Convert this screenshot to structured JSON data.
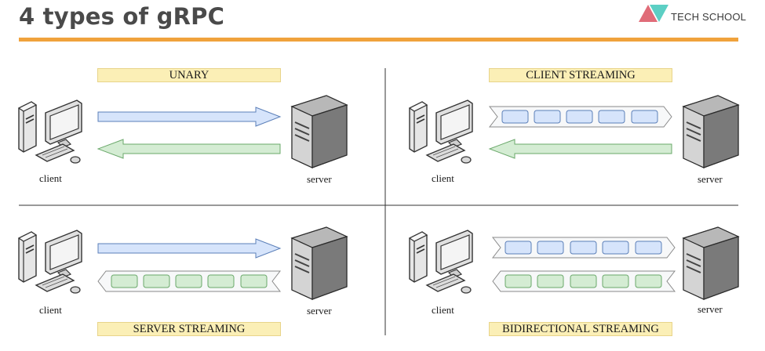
{
  "header": {
    "title": "4 types of gRPC",
    "logo_text": "TECH SCHOOL"
  },
  "quadrants": {
    "unary": {
      "label": "UNARY",
      "client": "client",
      "server": "server"
    },
    "client_streaming": {
      "label": "CLIENT STREAMING",
      "client": "client",
      "server": "server"
    },
    "server_streaming": {
      "label": "SERVER STREAMING",
      "client": "client",
      "server": "server"
    },
    "bidirectional_streaming": {
      "label": "BIDIRECTIONAL STREAMING",
      "client": "client",
      "server": "server"
    }
  },
  "colors": {
    "accent_bar": "#f0a23c",
    "label_fill": "#fbefb6",
    "request_blue": "#d6e4fb",
    "response_green": "#d4ecd3",
    "logo_red": "#e06c78",
    "logo_teal": "#5ccfc4"
  }
}
